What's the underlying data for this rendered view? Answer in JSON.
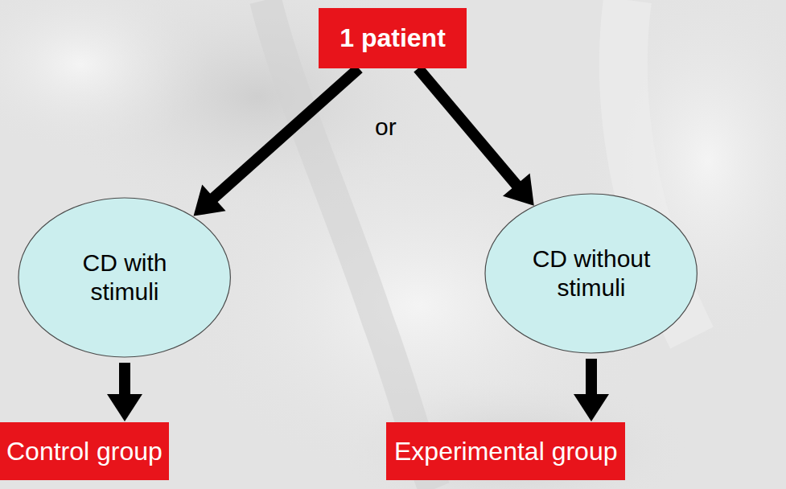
{
  "diagram": {
    "nodes": [
      {
        "text": [
          "1 patient"
        ]
      },
      {
        "text": [
          "CD with stimuli"
        ]
      },
      {
        "text": [
          "CD without stimuli"
        ]
      },
      {
        "text": [
          "Control group"
        ]
      },
      {
        "text": [
          "Experimental group"
        ]
      }
    ],
    "edges": [
      {
        "from": 0,
        "to": 1,
        "arrow": "to"
      },
      {
        "from": 0,
        "to": 2,
        "arrow": "to"
      },
      {
        "from": 1,
        "to": 3,
        "arrow": "to"
      },
      {
        "from": 2,
        "to": 4,
        "arrow": "to"
      }
    ],
    "labels": [
      "or"
    ]
  }
}
